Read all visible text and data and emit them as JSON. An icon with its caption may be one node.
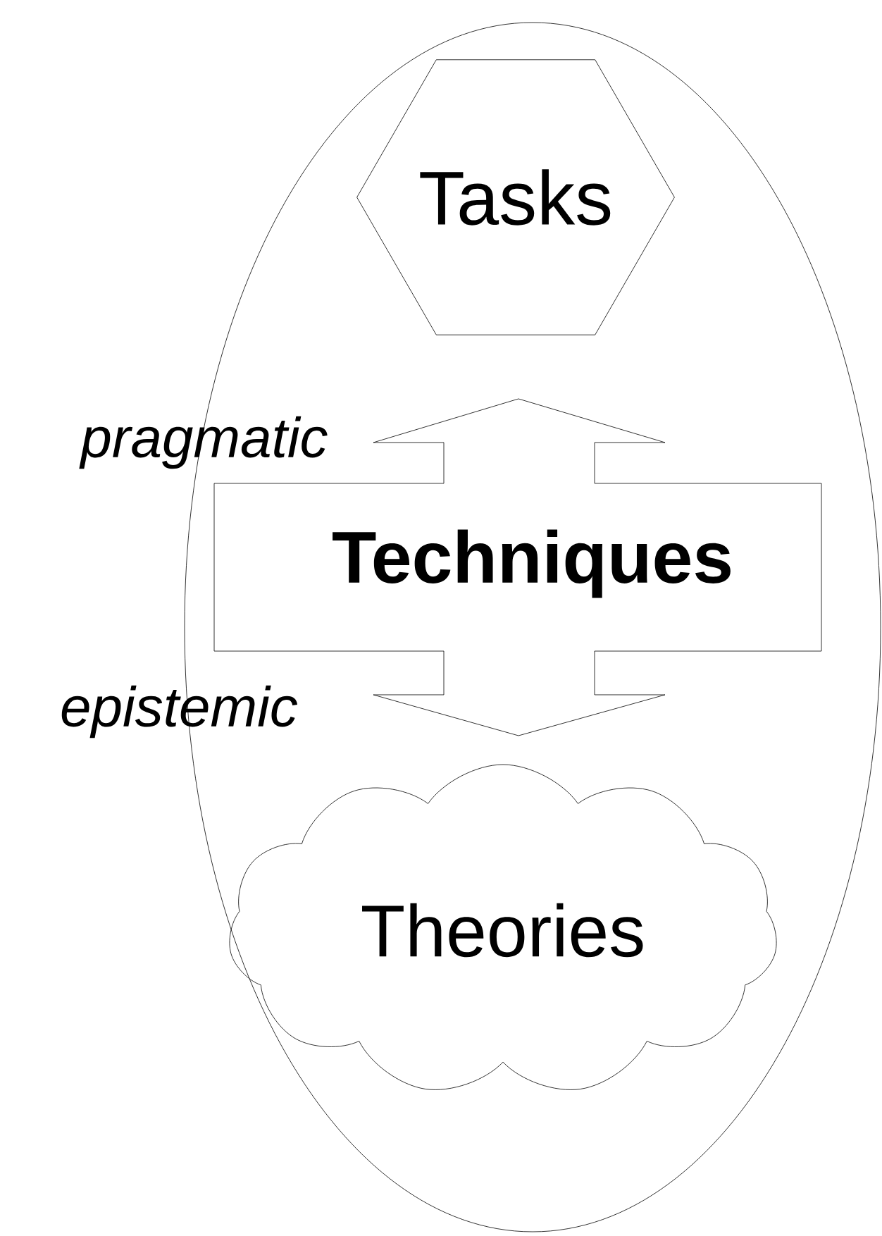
{
  "diagram": {
    "nodes": [
      {
        "text": [],
        "shape": "ellipse"
      },
      {
        "text": [
          "Tasks"
        ],
        "in": 0
      },
      {
        "text": [
          "Techniques"
        ],
        "in": 0,
        "beside": [
          "pragmatic",
          "epistemic"
        ]
      },
      {
        "text": [
          "Theories"
        ],
        "in": 0
      }
    ]
  }
}
